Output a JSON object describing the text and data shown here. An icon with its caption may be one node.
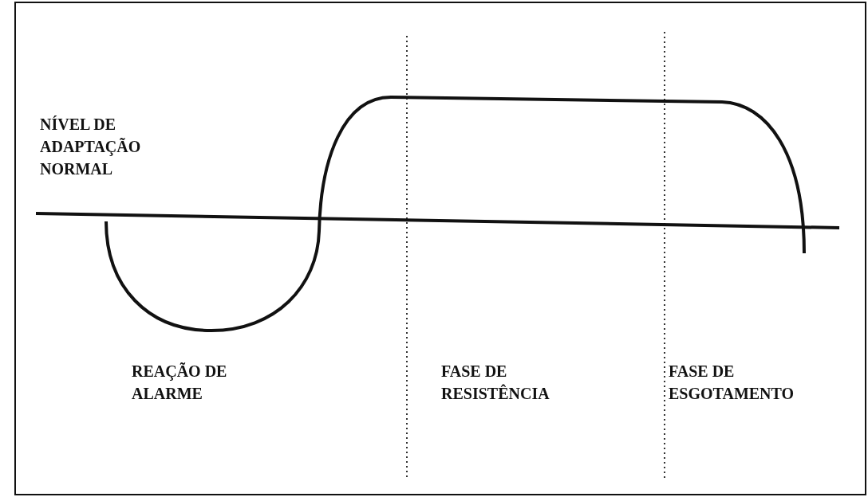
{
  "diagram": {
    "labels": [
      "NÍVEL DE ADAPTAÇÃO NORMAL",
      "REAÇÃO DE ALARME",
      "FASE DE RESISTÊNCIA",
      "FASE DE ESGOTAMENTO"
    ]
  }
}
